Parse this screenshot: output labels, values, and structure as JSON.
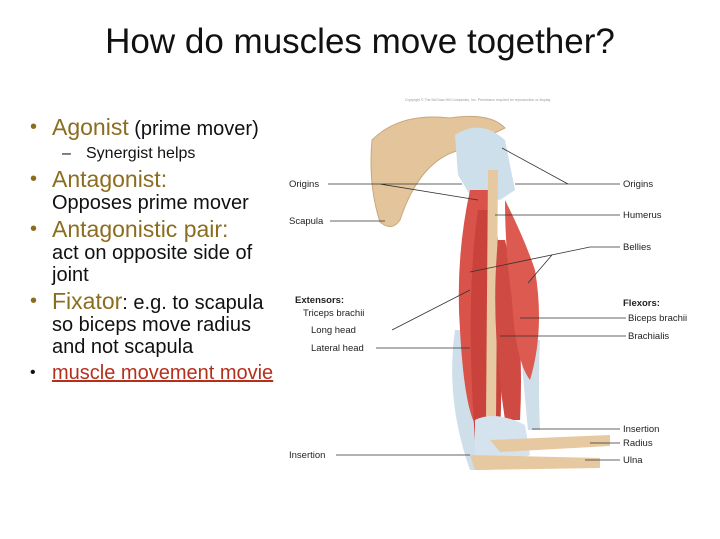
{
  "title": "How do muscles move together?",
  "bullets": [
    {
      "term": "Agonist",
      "text": " (prime mover)",
      "sub": "Synergist helps"
    },
    {
      "term": "Antagonist:",
      "text": "Opposes prime mover"
    },
    {
      "term": "Antagonistic pair:",
      "text": "act on opposite side of joint"
    },
    {
      "term": "Fixator",
      "text": ": e.g. to scapula so biceps move radius and not scapula"
    },
    {
      "link": "muscle movement movie"
    }
  ],
  "diagram": {
    "copyright": "Copyright © The McGraw-Hill Companies, Inc. Permission required for reproduction or display.",
    "labels": {
      "origins_left": "Origins",
      "scapula": "Scapula",
      "extensors": "Extensors:",
      "triceps": "Triceps brachii",
      "long_head": "Long head",
      "lateral_head": "Lateral head",
      "insertion_left": "Insertion",
      "origins_right": "Origins",
      "humerus": "Humerus",
      "bellies": "Bellies",
      "flexors": "Flexors:",
      "biceps": "Biceps brachii",
      "brachialis": "Brachialis",
      "insertion_right": "Insertion",
      "radius": "Radius",
      "ulna": "Ulna"
    }
  },
  "colors": {
    "accent": "#8c6d1f",
    "link": "#b5301c",
    "muscle": "#d9534a",
    "tendon": "#c9dbe8",
    "bone": "#e6c9a0"
  }
}
